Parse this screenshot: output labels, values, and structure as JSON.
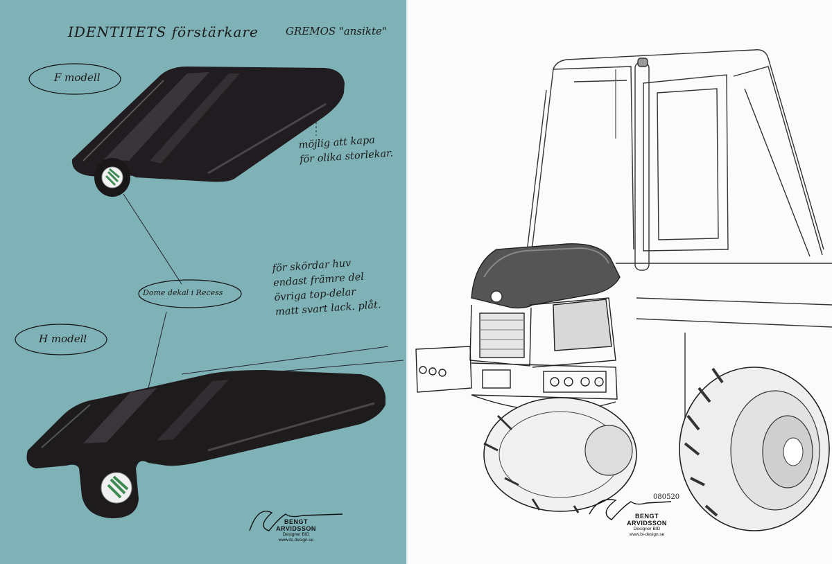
{
  "left_sketch": {
    "title": "IDENTITETS förstärkare",
    "subtitle": "GREMOS \"ansikte\"",
    "label_f": "F modell",
    "label_h": "H modell",
    "label_dome": "Dome dekal i Recess",
    "note_cut": [
      "möjlig att kapa",
      "för olika storlekar."
    ],
    "note_harvester": [
      "för skördar huv",
      "endast främre del",
      "övriga top-delar",
      "matt svart lack. plåt."
    ],
    "signature": {
      "name": "BENGT ARVIDSSON",
      "role": "Designer BID",
      "web": "www.bi-design.se"
    }
  },
  "right_sketch": {
    "date": "080520",
    "signature": {
      "name": "BENGT ARVIDSSON",
      "role": "Designer BID",
      "web": "www.bi-design.se"
    }
  },
  "colors": {
    "left_background": "#7fb2b6",
    "hood_black": "#1e1b1d",
    "emblem_green": "#3d8a52"
  }
}
